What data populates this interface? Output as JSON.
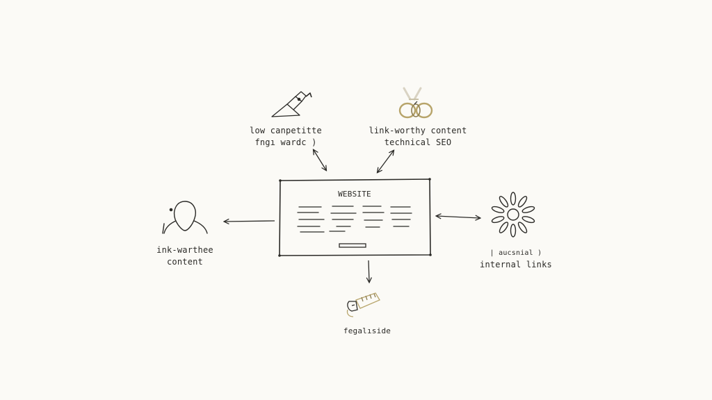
{
  "diagram": {
    "center": {
      "title": "WEBSITE"
    },
    "nodes": {
      "top_left": {
        "icon": "shovel-icon",
        "lines": [
          "low canpetitte",
          "fngı wardc )"
        ]
      },
      "top_right": {
        "icon": "chain-link-icon",
        "lines": [
          "link-worthy content",
          "technical SEO"
        ]
      },
      "left": {
        "icon": "person-icon",
        "lines": [
          "ink-warthee",
          "content"
        ]
      },
      "right": {
        "icon": "sunburst-icon",
        "lines": [
          "| aucsnial )",
          "internal links"
        ]
      },
      "bottom": {
        "icon": "ruler-tool-icon",
        "lines": [
          "fegalıside"
        ]
      }
    },
    "colors": {
      "ink": "#2b2a27",
      "accent": "#b7a46a",
      "paper": "#fbfaf6"
    }
  }
}
